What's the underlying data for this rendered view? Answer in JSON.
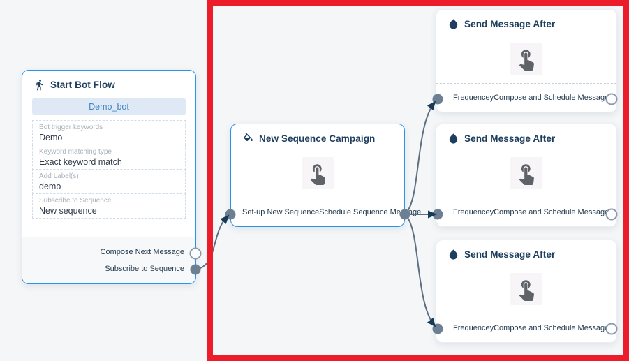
{
  "colors": {
    "highlight_red": "#ec1c2b",
    "canvas_background": "#f4f6f8",
    "node_border_blue": "#2a94e8",
    "title_navy": "#1d3e5e",
    "edge_gray": "#5d6f80",
    "arrow_navy": "#173a56",
    "port_fill_gray": "#6d8093",
    "button_bg": "#dfe9f5",
    "button_text": "#3d86c6"
  },
  "start_node": {
    "icon": "walking-person-icon",
    "title": "Start Bot Flow",
    "bot_button_label": "Demo_bot",
    "fields": [
      {
        "label": "Bot trigger keywords",
        "value": "Demo"
      },
      {
        "label": "Keyword matching type",
        "value": "Exact keyword match"
      },
      {
        "label": "Add Label(s)",
        "value": "demo"
      },
      {
        "label": "Subscribe to Sequence",
        "value": "New sequence"
      }
    ],
    "outputs": [
      {
        "label": "Compose Next Message",
        "connected": false
      },
      {
        "label": "Subscribe to Sequence",
        "connected": true
      }
    ]
  },
  "sequence_node": {
    "icon": "paint-bucket-icon",
    "title": "New Sequence Campaign",
    "center_icon": "hand-cursor-icon",
    "outputs": [
      {
        "label": "Set-up New Sequence"
      },
      {
        "label": "Schedule Sequence Message"
      }
    ]
  },
  "send_nodes": [
    {
      "icon": "water-drop-icon",
      "title": "Send Message After",
      "center_icon": "hand-cursor-icon",
      "input_label": "Frequencey",
      "output_label": "Compose and Schedule Message"
    },
    {
      "icon": "water-drop-icon",
      "title": "Send Message After",
      "center_icon": "hand-cursor-icon",
      "input_label": "Frequencey",
      "output_label": "Compose and Schedule Message"
    },
    {
      "icon": "water-drop-icon",
      "title": "Send Message After",
      "center_icon": "hand-cursor-icon",
      "input_label": "Frequencey",
      "output_label": "Compose and Schedule Message"
    }
  ]
}
